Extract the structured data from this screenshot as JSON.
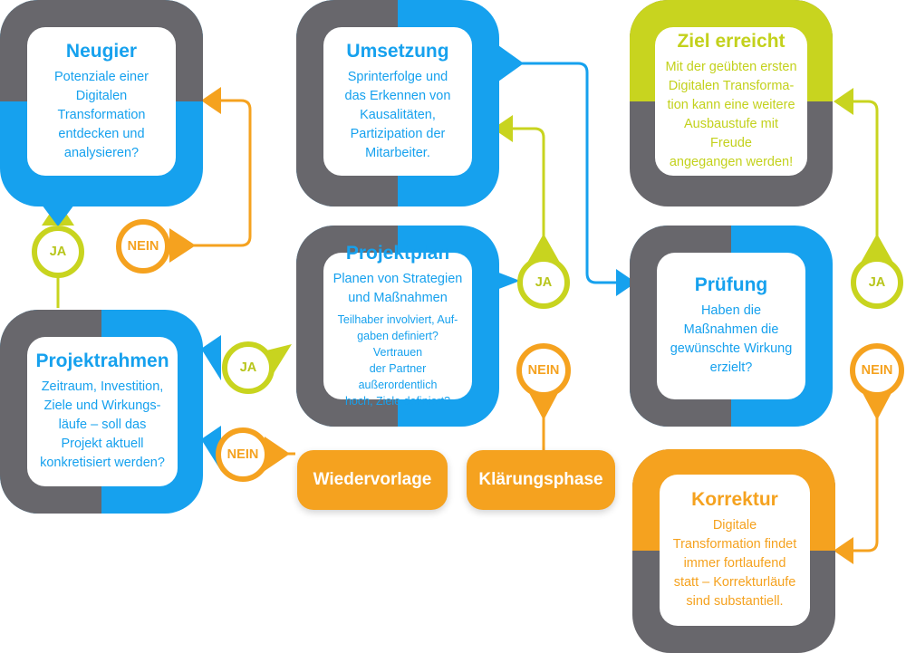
{
  "colors": {
    "blue": "#16a1ee",
    "gray": "#68676c",
    "lime": "#c8d41f",
    "orange": "#f5a21f"
  },
  "nodes": {
    "neugier": {
      "title": "Neugier",
      "body": "Potenziale einer\nDigitalen\nTransformation\nentdecken und\nanalysieren?"
    },
    "projektrahmen": {
      "title": "Projektrahmen",
      "body": "Zeitraum, Investition,\nZiele und Wirkungs-\nläufe – soll das\nProjekt aktuell\nkonkretisiert werden?"
    },
    "umsetzung": {
      "title": "Umsetzung",
      "body": "Sprinterfolge und\ndas Erkennen von\nKausalitäten,\nPartizipation der\nMitarbeiter."
    },
    "projektplan": {
      "title": "Projektplan",
      "body": "Planen von Strategien\nund Maßnahmen",
      "subbody": "Teilhaber involviert, Auf-\ngaben definiert? Vertrauen\nder Partner außerordentlich\nhoch, Ziele definiert?"
    },
    "ziel": {
      "title": "Ziel erreicht",
      "body": "Mit der geübten ersten\nDigitalen Transforma-\ntion kann eine weitere\nAusbaustufe mit Freude\nangegangen werden!"
    },
    "pruefung": {
      "title": "Prüfung",
      "body": "Haben die\nMaßnahmen die\ngewünschte Wirkung\nerzielt?"
    },
    "korrektur": {
      "title": "Korrektur",
      "body": "Digitale\nTransformation findet\nimmer fortlaufend\nstatt – Korrekturläufe\nsind substantiell."
    }
  },
  "badges": {
    "ja": "JA",
    "nein": "NEIN"
  },
  "outcomes": {
    "wiedervorlage": "Wiedervorlage",
    "klaerungsphase": "Klärungsphase"
  }
}
